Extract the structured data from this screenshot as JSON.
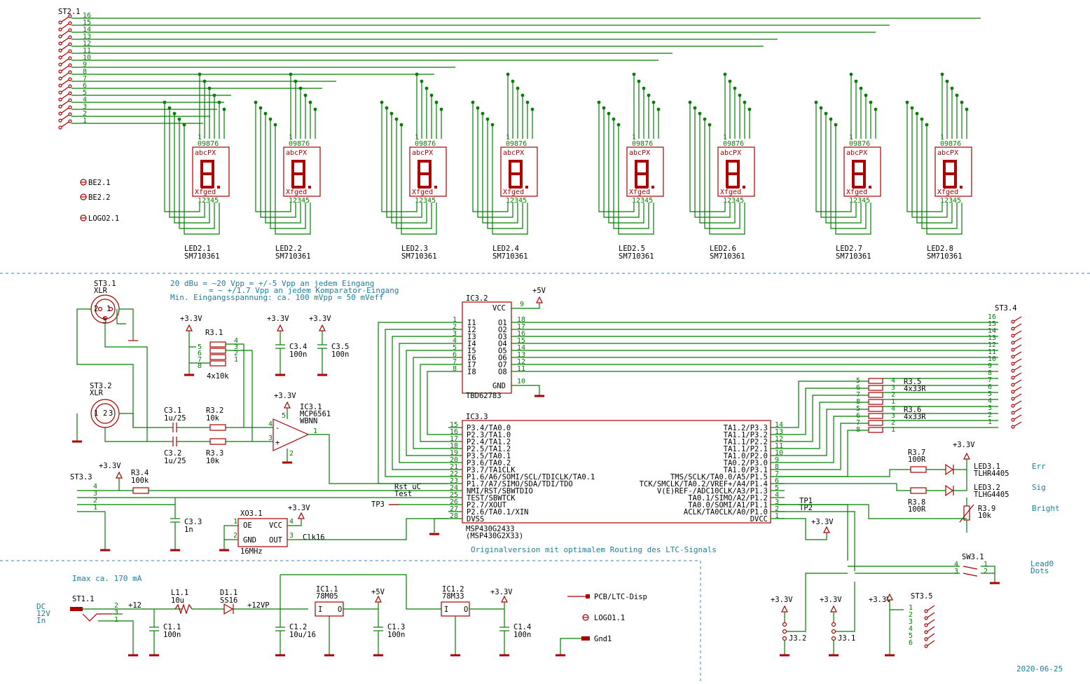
{
  "connector_top": {
    "name": "ST2.1",
    "pins": [
      "16",
      "15",
      "14",
      "13",
      "12",
      "11",
      "10",
      "9",
      "8",
      "7",
      "6",
      "5",
      "4",
      "3",
      "2",
      "1"
    ]
  },
  "leds": [
    {
      "ref": "LED2.1",
      "part": "SM710361"
    },
    {
      "ref": "LED2.2",
      "part": "SM710361"
    },
    {
      "ref": "LED2.3",
      "part": "SM710361"
    },
    {
      "ref": "LED2.4",
      "part": "SM710361"
    },
    {
      "ref": "LED2.5",
      "part": "SM710361"
    },
    {
      "ref": "LED2.6",
      "part": "SM710361"
    },
    {
      "ref": "LED2.7",
      "part": "SM710361"
    },
    {
      "ref": "LED2.8",
      "part": "SM710361"
    }
  ],
  "led_pin_labels": {
    "top": "1 0 9 8 7 6",
    "seg_top": "abcPX",
    "seg_bottom": "Xfged",
    "bottom": "1 2 3 4 5"
  },
  "be": [
    "BE2.1",
    "BE2.2",
    "LOGO2.1"
  ],
  "note": [
    "20 dBu = ~20 Vpp = +/-5 Vpp an jedem Eingang",
    "= ~ +/1.7 Vpp an jedem Komparator-Eingang",
    "Min. Eingangsspannung: ca. 100 mVpp =  50 mVeff"
  ],
  "st31": {
    "ref": "ST3.1",
    "type": "XLR"
  },
  "st32": {
    "ref": "ST3.2",
    "type": "XLR"
  },
  "st33": {
    "ref": "ST3.3"
  },
  "r31": {
    "ref": "R3.1",
    "val": "4x10k"
  },
  "c34": {
    "ref": "C3.4",
    "val": "100n"
  },
  "c35": {
    "ref": "C3.5",
    "val": "100n"
  },
  "c31": {
    "ref": "C3.1",
    "val": "1u/25"
  },
  "c32": {
    "ref": "C3.2",
    "val": "1u/25"
  },
  "r32": {
    "ref": "R3.2",
    "val": "10k"
  },
  "r33": {
    "ref": "R3.3",
    "val": "10k"
  },
  "r34": {
    "ref": "R3.4",
    "val": "100k"
  },
  "c33": {
    "ref": "C3.3",
    "val": "1n"
  },
  "ic31": {
    "ref": "IC3.1",
    "part": "MCP6561",
    "pkg": "WBNN"
  },
  "ic32": {
    "ref": "IC3.2",
    "part": "TBD62783",
    "vcc": "VCC",
    "gnd": "GND"
  },
  "ic33": {
    "ref": "IC3.3",
    "part": "MSP430G2433",
    "part2": "(MSP430G2X33)"
  },
  "xo31": {
    "ref": "XO3.1",
    "val": "16MHz",
    "oe": "OE",
    "gnd": "GND",
    "vcc": "VCC",
    "out": "OUT"
  },
  "st34": {
    "ref": "ST3.4"
  },
  "r35": {
    "ref": "R3.5",
    "val": "4x33R"
  },
  "r36": {
    "ref": "R3.6",
    "val": "4x33R"
  },
  "r37": {
    "ref": "R3.7",
    "val": "100R"
  },
  "r38": {
    "ref": "R3.8",
    "val": "100R"
  },
  "r39": {
    "ref": "R3.9",
    "val": "10k"
  },
  "led31": {
    "ref": "LED3.1",
    "part": "TLHR4405",
    "func": "Err"
  },
  "led32": {
    "ref": "LED3.2",
    "part": "TLHG4405",
    "func": "Sig"
  },
  "bright": "Bright",
  "sw31": {
    "ref": "SW3.1",
    "func1": "Lead0",
    "func2": "Dots"
  },
  "nets": {
    "v33": "+3.3V",
    "v5": "+5V",
    "rst": "Rst_uC",
    "test": "Test",
    "tp3": "TP3",
    "tp1": "TP1",
    "tp2": "TP2",
    "clk": "Clk16",
    "p12": "+12",
    "p12vp": "+12VP"
  },
  "ic33_left_pins": [
    "P3.4/TA0.0",
    "P2.3/TA1.0",
    "P2.4/TA1.2",
    "P2.5/TA1.2",
    "P3.5/TA0.1",
    "P3.6/TA0.2",
    "P3.7/TA1CLK",
    "P1.6/A6/SOMI/SCL/TDICLK/TA0.1",
    "P1.7/A7/SIMO/SDA/TDI/TDO",
    "NMI/RST/SBWTDIO",
    "TEST/SBWTCK",
    "P2.7/XOUT",
    "P2.6/TA0.1/XIN",
    "DVSS"
  ],
  "ic33_left_nums": [
    "15",
    "16",
    "17",
    "18",
    "19",
    "20",
    "21",
    "22",
    "23",
    "24",
    "25",
    "26",
    "27",
    "28"
  ],
  "ic33_right_pins": [
    "TA1.2/P3.3",
    "TA1.1/P3.2",
    "TA1.1/P2.2",
    "TA1.1/P2.1",
    "TA1.0/P2.0",
    "TA0.2/P3.0",
    "TA1.0/P3.1",
    "TMS/SCLK/TA0.0/A5/P1.5",
    "TCK/SMCLK/TA0.2/VREF+/A4/P1.4",
    "V(E)REF-/ADC10CLK/A3/P1.3",
    "TA0.1/SIMO/A2/P1.2",
    "TA0.0/SOMI/A1/P1.1",
    "ACLK/TA0CLK/A0/P1.0",
    "DVCC"
  ],
  "ic33_right_nums": [
    "14",
    "13",
    "12",
    "11",
    "10",
    "9",
    "8",
    "7",
    "6",
    "5",
    "4",
    "3",
    "2",
    "1"
  ],
  "ic32_inputs": [
    "I1",
    "I2",
    "I3",
    "I4",
    "I5",
    "I6",
    "I7",
    "I8"
  ],
  "ic32_outputs": [
    "O1",
    "O2",
    "O3",
    "O4",
    "O5",
    "O6",
    "O7",
    "O8"
  ],
  "ic32_out_nums": [
    "18",
    "17",
    "16",
    "15",
    "14",
    "13",
    "12",
    "11"
  ],
  "st34_pins": [
    "16",
    "15",
    "14",
    "13",
    "12",
    "11",
    "10",
    "9",
    "8",
    "7",
    "6",
    "5",
    "4",
    "3",
    "2",
    "1"
  ],
  "caption": "Originalversion mit optimalem Routing des LTC-Signals",
  "power": {
    "imax": "Imax ca. 170 mA",
    "dc": [
      "DC",
      "12V",
      "In"
    ],
    "st11": "ST1.1",
    "l11": {
      "ref": "L1.1",
      "val": "10u"
    },
    "d11": {
      "ref": "D1.1",
      "val": "SS16"
    },
    "c11": {
      "ref": "C1.1",
      "val": "100n"
    },
    "c12": {
      "ref": "C1.2",
      "val": "10u/16"
    },
    "ic11": {
      "ref": "IC1.1",
      "val": "78M05"
    },
    "c13": {
      "ref": "C1.3",
      "val": "100n"
    },
    "ic12": {
      "ref": "IC1.2",
      "val": "78M33"
    },
    "c14": {
      "ref": "C1.4",
      "val": "100n"
    }
  },
  "legend": [
    "PCB/LTC-Disp",
    "LOGO1.1",
    "Gnd1"
  ],
  "st35": {
    "ref": "ST3.5"
  },
  "j32": "J3.2",
  "j31": "J3.1",
  "date": "2020-06-25"
}
